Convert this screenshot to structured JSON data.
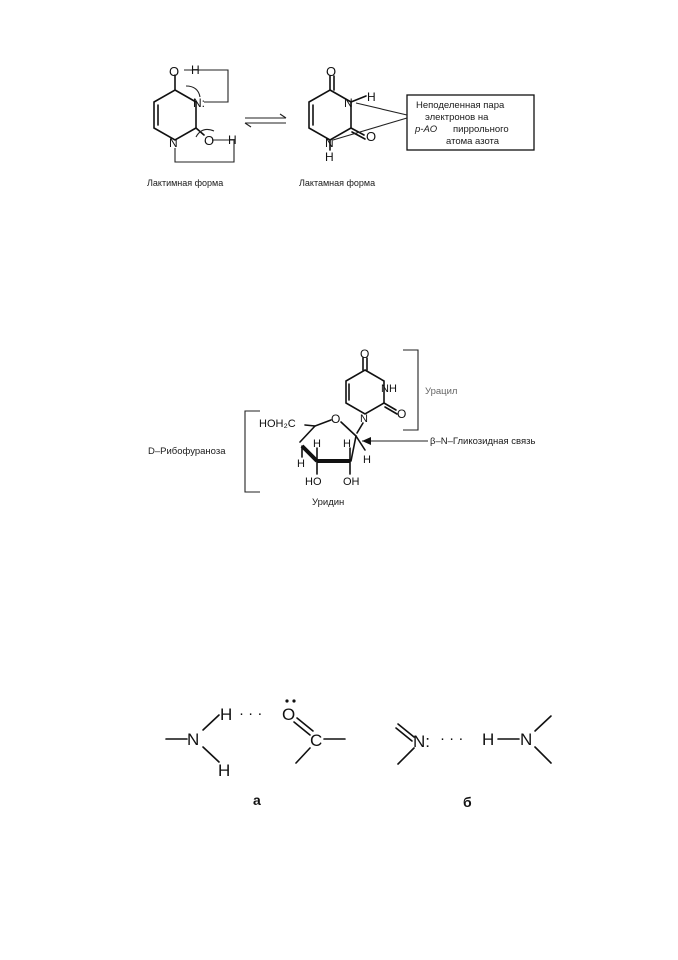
{
  "scheme1": {
    "lactim_caption": "Лактимная форма",
    "lactam_caption": "Лактамная форма",
    "note_lines": [
      "Неподеленная пара",
      "электронов  на",
      "пиррольного",
      "атома азота"
    ],
    "note_ao": "p-AO",
    "atoms": {
      "O": "O",
      "H": "H",
      "N": "N",
      "Ndot": "N:"
    }
  },
  "scheme2": {
    "uracil_label": "Урацил",
    "ribofuranose_label": "D–Рибофураноза",
    "glycosidic_label": "β–N–Гликозидная связь",
    "uridine_label": "Уридин",
    "atoms": {
      "O": "O",
      "NH": "NH",
      "N": "N",
      "HOH2C": "HOH₂C",
      "H": "H",
      "HO": "HO",
      "OH": "OH"
    }
  },
  "scheme3": {
    "label_a": "а",
    "label_b": "б",
    "atoms": {
      "N": "N",
      "H": "H",
      "O": "O",
      "C": "C",
      "Ndots": "N:",
      "hbond": "· · ·"
    }
  }
}
